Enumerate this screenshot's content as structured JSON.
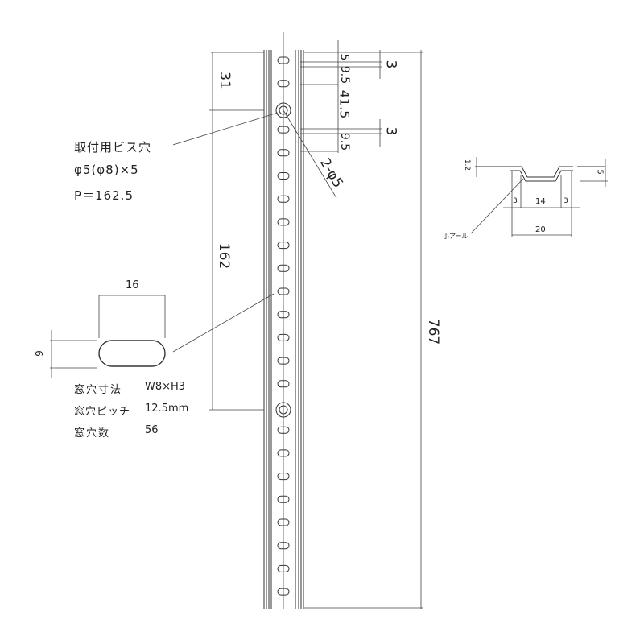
{
  "dimensions": {
    "d31": "31",
    "d162": "162",
    "d767": "767",
    "d5": "5",
    "d9_5_top": "9.5",
    "d41_5": "41.5",
    "d3_top": "3",
    "d3_bottom": "3",
    "d9_5_bottom": "9.5",
    "hole_callout": "2-φ5",
    "slot_width": "16",
    "slot_height": "6"
  },
  "mount_note": {
    "line1": "取付用ビス穴",
    "line2": "φ5(φ8)×5",
    "line3": "P＝162.5"
  },
  "slot_specs": [
    {
      "label": "窓穴寸法",
      "value": "W8×H3"
    },
    {
      "label": "窓穴ピッチ",
      "value": "12.5mm"
    },
    {
      "label": "窓穴数",
      "value": "56"
    }
  ],
  "section": {
    "d1_2": "1.2",
    "d5": "5",
    "d3_left": "3",
    "d14": "14",
    "d3_right": "3",
    "d20": "20",
    "radius_note": "小アール"
  }
}
